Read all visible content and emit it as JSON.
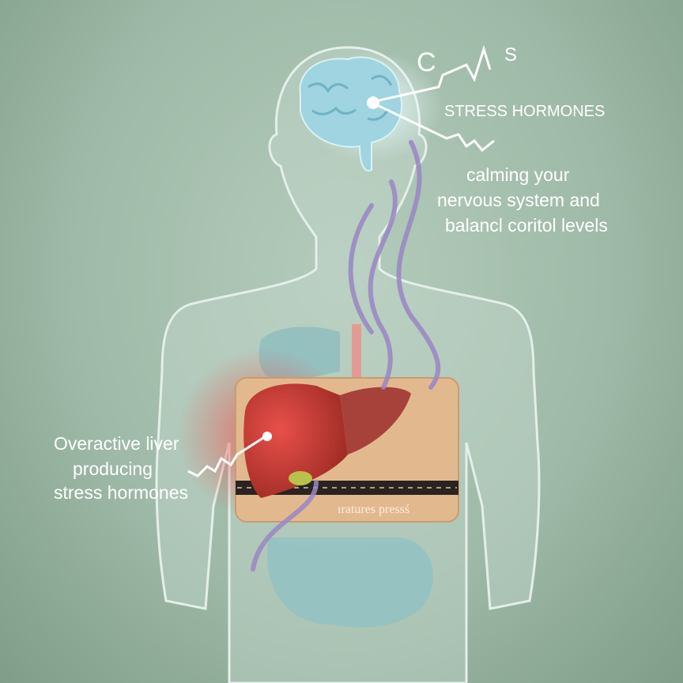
{
  "labels": {
    "cns_c": "C",
    "cns_s": "S",
    "stress_hormones": "STRESS HORMONES",
    "calming_line1": "calming your",
    "calming_line2": "nervous system and",
    "calming_line3": "balancl coritol levels",
    "liver_line1": "Overactive liver",
    "liver_line2": "producing",
    "liver_line3": "stress hormones"
  },
  "brand": {
    "name": "ıratures pressś"
  },
  "colors": {
    "background": "#a9c2b1",
    "liver": "#c23a30",
    "wrap": "#e2b98f",
    "vapor": "#9a86c4",
    "brain": "#9fd4e0"
  }
}
